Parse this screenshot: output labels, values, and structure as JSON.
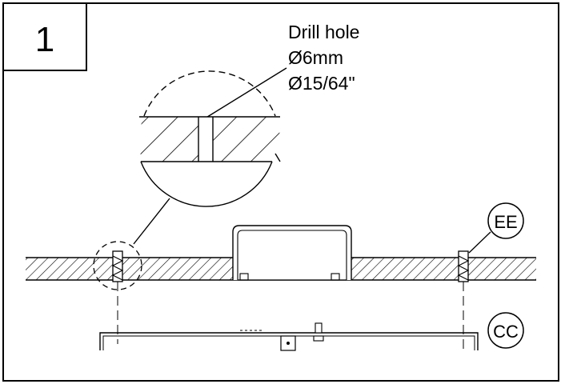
{
  "step": {
    "number": "1"
  },
  "callout": {
    "title": "Drill hole",
    "metric": "Ø6mm",
    "imperial": "Ø15/64\""
  },
  "labels": {
    "anchor_part": "EE",
    "plate_part": "CC"
  }
}
